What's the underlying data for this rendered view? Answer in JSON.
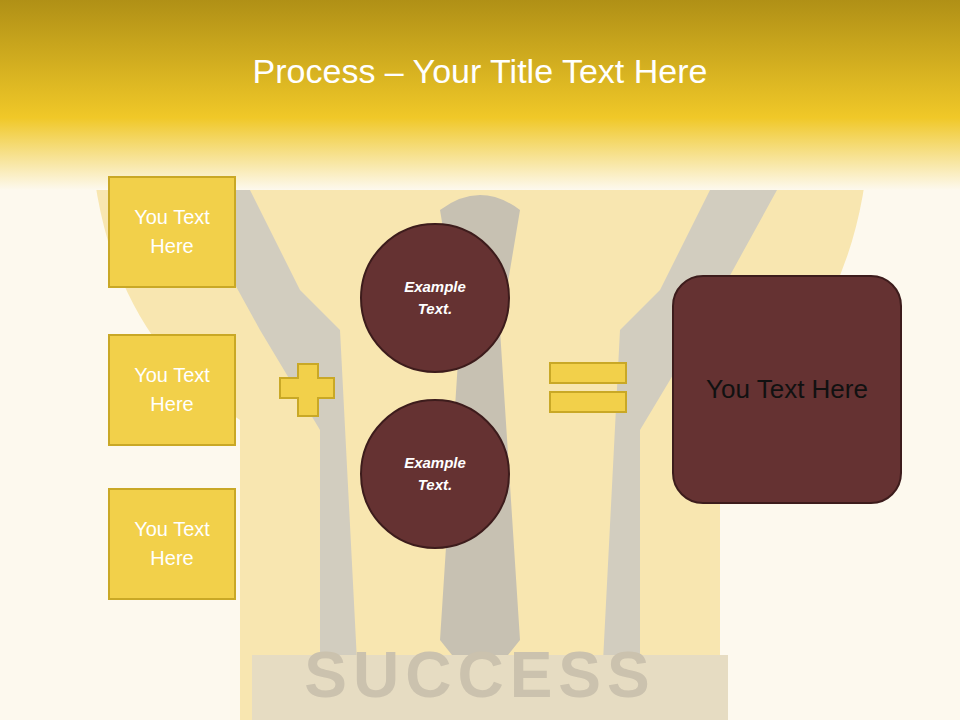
{
  "diagram": {
    "title": "Process – Your Title Text Here",
    "nodes": [
      {
        "text": [
          "You Text Here"
        ]
      },
      {
        "text": [
          "You Text Here"
        ]
      },
      {
        "text": [
          "You Text Here"
        ]
      },
      {
        "text": [
          "Example Text."
        ]
      },
      {
        "text": [
          "Example Text."
        ]
      },
      {
        "text": [
          "You Text Here"
        ]
      }
    ],
    "labels": [
      "SUCCESS"
    ]
  }
}
